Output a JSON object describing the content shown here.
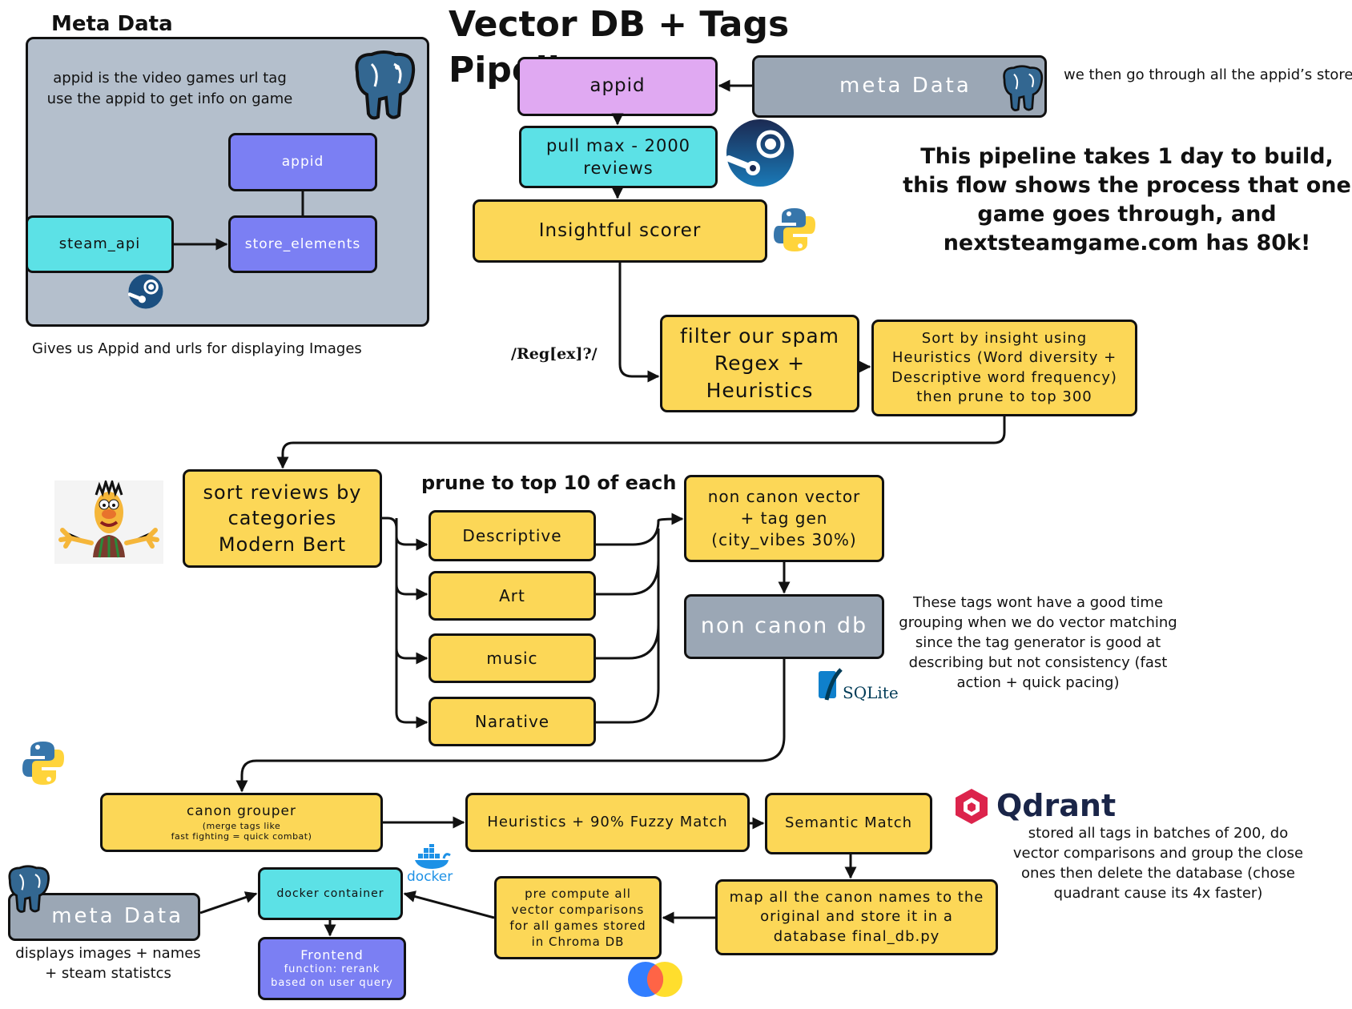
{
  "title": "Vector DB + Tags Pipeline",
  "meta_panel": {
    "heading": "Meta Data",
    "desc_line1": "appid is the video games url tag",
    "desc_line2": "use the appid to get info on game",
    "appid": "appid",
    "steam_api": "steam_api",
    "store_elements": "store_elements",
    "caption": "Gives us Appid and urls for displaying Images"
  },
  "nodes": {
    "appid": "appid",
    "meta_data_top": "meta Data",
    "pull_reviews": "pull max - 2000 reviews",
    "insightful_scorer": "Insightful scorer",
    "filter_spam": "filter our spam Regex + Heuristics",
    "sort_insight": "Sort by insight using Heuristics (Word diversity + Descriptive word frequency) then prune to top 300",
    "sort_categories": "sort reviews by categories Modern Bert",
    "descriptive": "Descriptive",
    "art": "Art",
    "music": "music",
    "narative": "Narative",
    "non_canon_gen": "non canon vector + tag gen (city_vibes 30%)",
    "non_canon_db": "non canon db",
    "canon_grouper_title": "canon grouper",
    "canon_grouper_sub1": "(merge tags like",
    "canon_grouper_sub2": "fast fighting = quick combat)",
    "fuzzy_match": "Heuristics + 90% Fuzzy Match",
    "semantic_match": "Semantic Match",
    "map_canon": "map all the canon names to the original and store it in a database final_db.py",
    "precompute": "pre compute all vector comparisons for all games stored in Chroma DB",
    "docker_container": "docker container",
    "frontend_title": "Frontend",
    "frontend_sub": "function: rerank based on user query",
    "meta_data_bottom": "meta Data"
  },
  "annotations": {
    "appid_store": "we then go through all the appid’s store",
    "pipeline_note": "This pipeline takes 1 day to build, this flow shows the process that one game goes through, and nextsteamgame.com has 80k!",
    "regex": "/Reg[ex]?/",
    "prune": "prune to top 10 of each",
    "non_canon_note": "These tags wont have a good time grouping when we do vector matching since the tag generator is good at describing but not consistency (fast action + quick pacing)",
    "qdrant_note": "stored all tags in batches of 200, do vector comparisons and group the close ones then delete the database (chose quadrant cause its 4x faster)",
    "meta_bottom_note": "displays images + names + steam statistcs"
  },
  "logos": {
    "sqlite": "SQLite",
    "qdrant": "Qdrant",
    "docker": "docker"
  },
  "colors": {
    "yellow": "#fcd757",
    "cyan": "#5ce1e6",
    "violet": "#7b7ff3",
    "pink": "#e0a9f2",
    "gray": "#9ba7b5",
    "panel": "#b4bfcc"
  },
  "icons": [
    "postgres-elephant-icon",
    "steam-icon",
    "python-icon",
    "bert-character-icon",
    "sqlite-icon",
    "qdrant-icon",
    "docker-icon",
    "chroma-icon"
  ]
}
